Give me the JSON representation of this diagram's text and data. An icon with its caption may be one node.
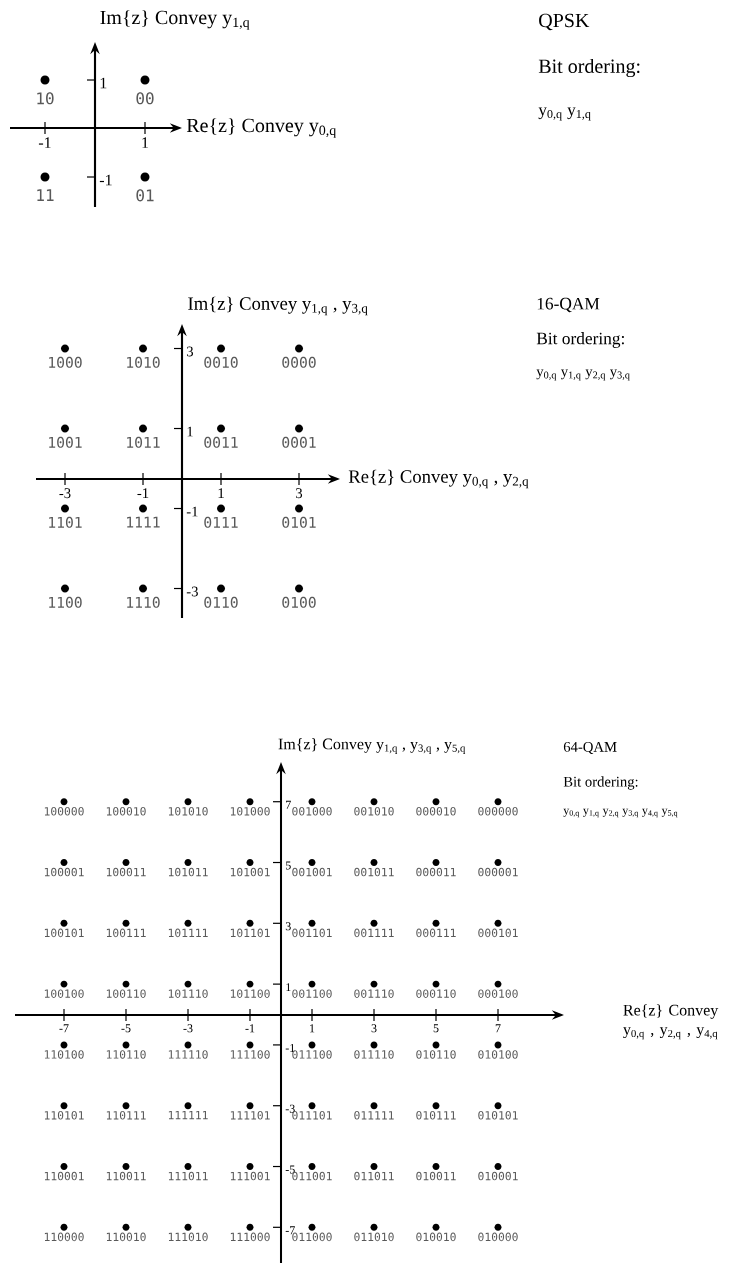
{
  "diagram": {
    "labels": [
      "QPSK",
      "Bit ordering:",
      "y$_{0,q}$ y$_{1,q}$",
      "Im{z} Convey y$_{1,q}$",
      "Re{z} Convey y$_{0,q}$",
      "-1",
      "1",
      "1",
      "-1",
      "10",
      "00",
      "11",
      "01",
      "16-QAM",
      "Bit ordering:",
      "y$_{0,q}$ y$_{1,q}$ y$_{2,q}$ y$_{3,q}$",
      "Im{z} Convey y$_{1,q}$ , y$_{3,q}$",
      "Re{z} Convey y$_{0,q}$ , y$_{2,q}$",
      "-3",
      "-1",
      "1",
      "3",
      "3",
      "1",
      "-1",
      "-3",
      "1000",
      "1010",
      "0010",
      "0000",
      "1001",
      "1011",
      "0011",
      "0001",
      "1101",
      "1111",
      "0111",
      "0101",
      "1100",
      "1110",
      "0110",
      "0100",
      "64-QAM",
      "Bit ordering:",
      "y$_{0,q}$ y$_{1,q}$ y$_{2,q}$ y$_{3,q}$ y$_{4,q}$ y$_{5,q}$",
      "Im{z} Convey y$_{1,q}$ , y$_{3,q}$ , y$_{5,q}$",
      "Re{z} Convey y$_{0,q}$ , y$_{2,q}$ , y$_{4,q}$",
      "-7",
      "-5",
      "-3",
      "-1",
      "1",
      "3",
      "5",
      "7",
      "7",
      "5",
      "3",
      "1",
      "-1",
      "-3",
      "-5",
      "-7",
      "100000",
      "100010",
      "101010",
      "101000",
      "001000",
      "001010",
      "000010",
      "000000",
      "100001",
      "100011",
      "101011",
      "101001",
      "001001",
      "001011",
      "000011",
      "000001",
      "100101",
      "100111",
      "101111",
      "101101",
      "001101",
      "001111",
      "000111",
      "000101",
      "100100",
      "100110",
      "101110",
      "101100",
      "001100",
      "001110",
      "000110",
      "000100",
      "110100",
      "110110",
      "111110",
      "111100",
      "011100",
      "011110",
      "010110",
      "010100",
      "110101",
      "110111",
      "111111",
      "111101",
      "011101",
      "011111",
      "010111",
      "010101",
      "110001",
      "110011",
      "111011",
      "111001",
      "011001",
      "011011",
      "010011",
      "010001",
      "110000",
      "110010",
      "111010",
      "111000",
      "011000",
      "011010",
      "010010",
      "010000"
    ]
  }
}
